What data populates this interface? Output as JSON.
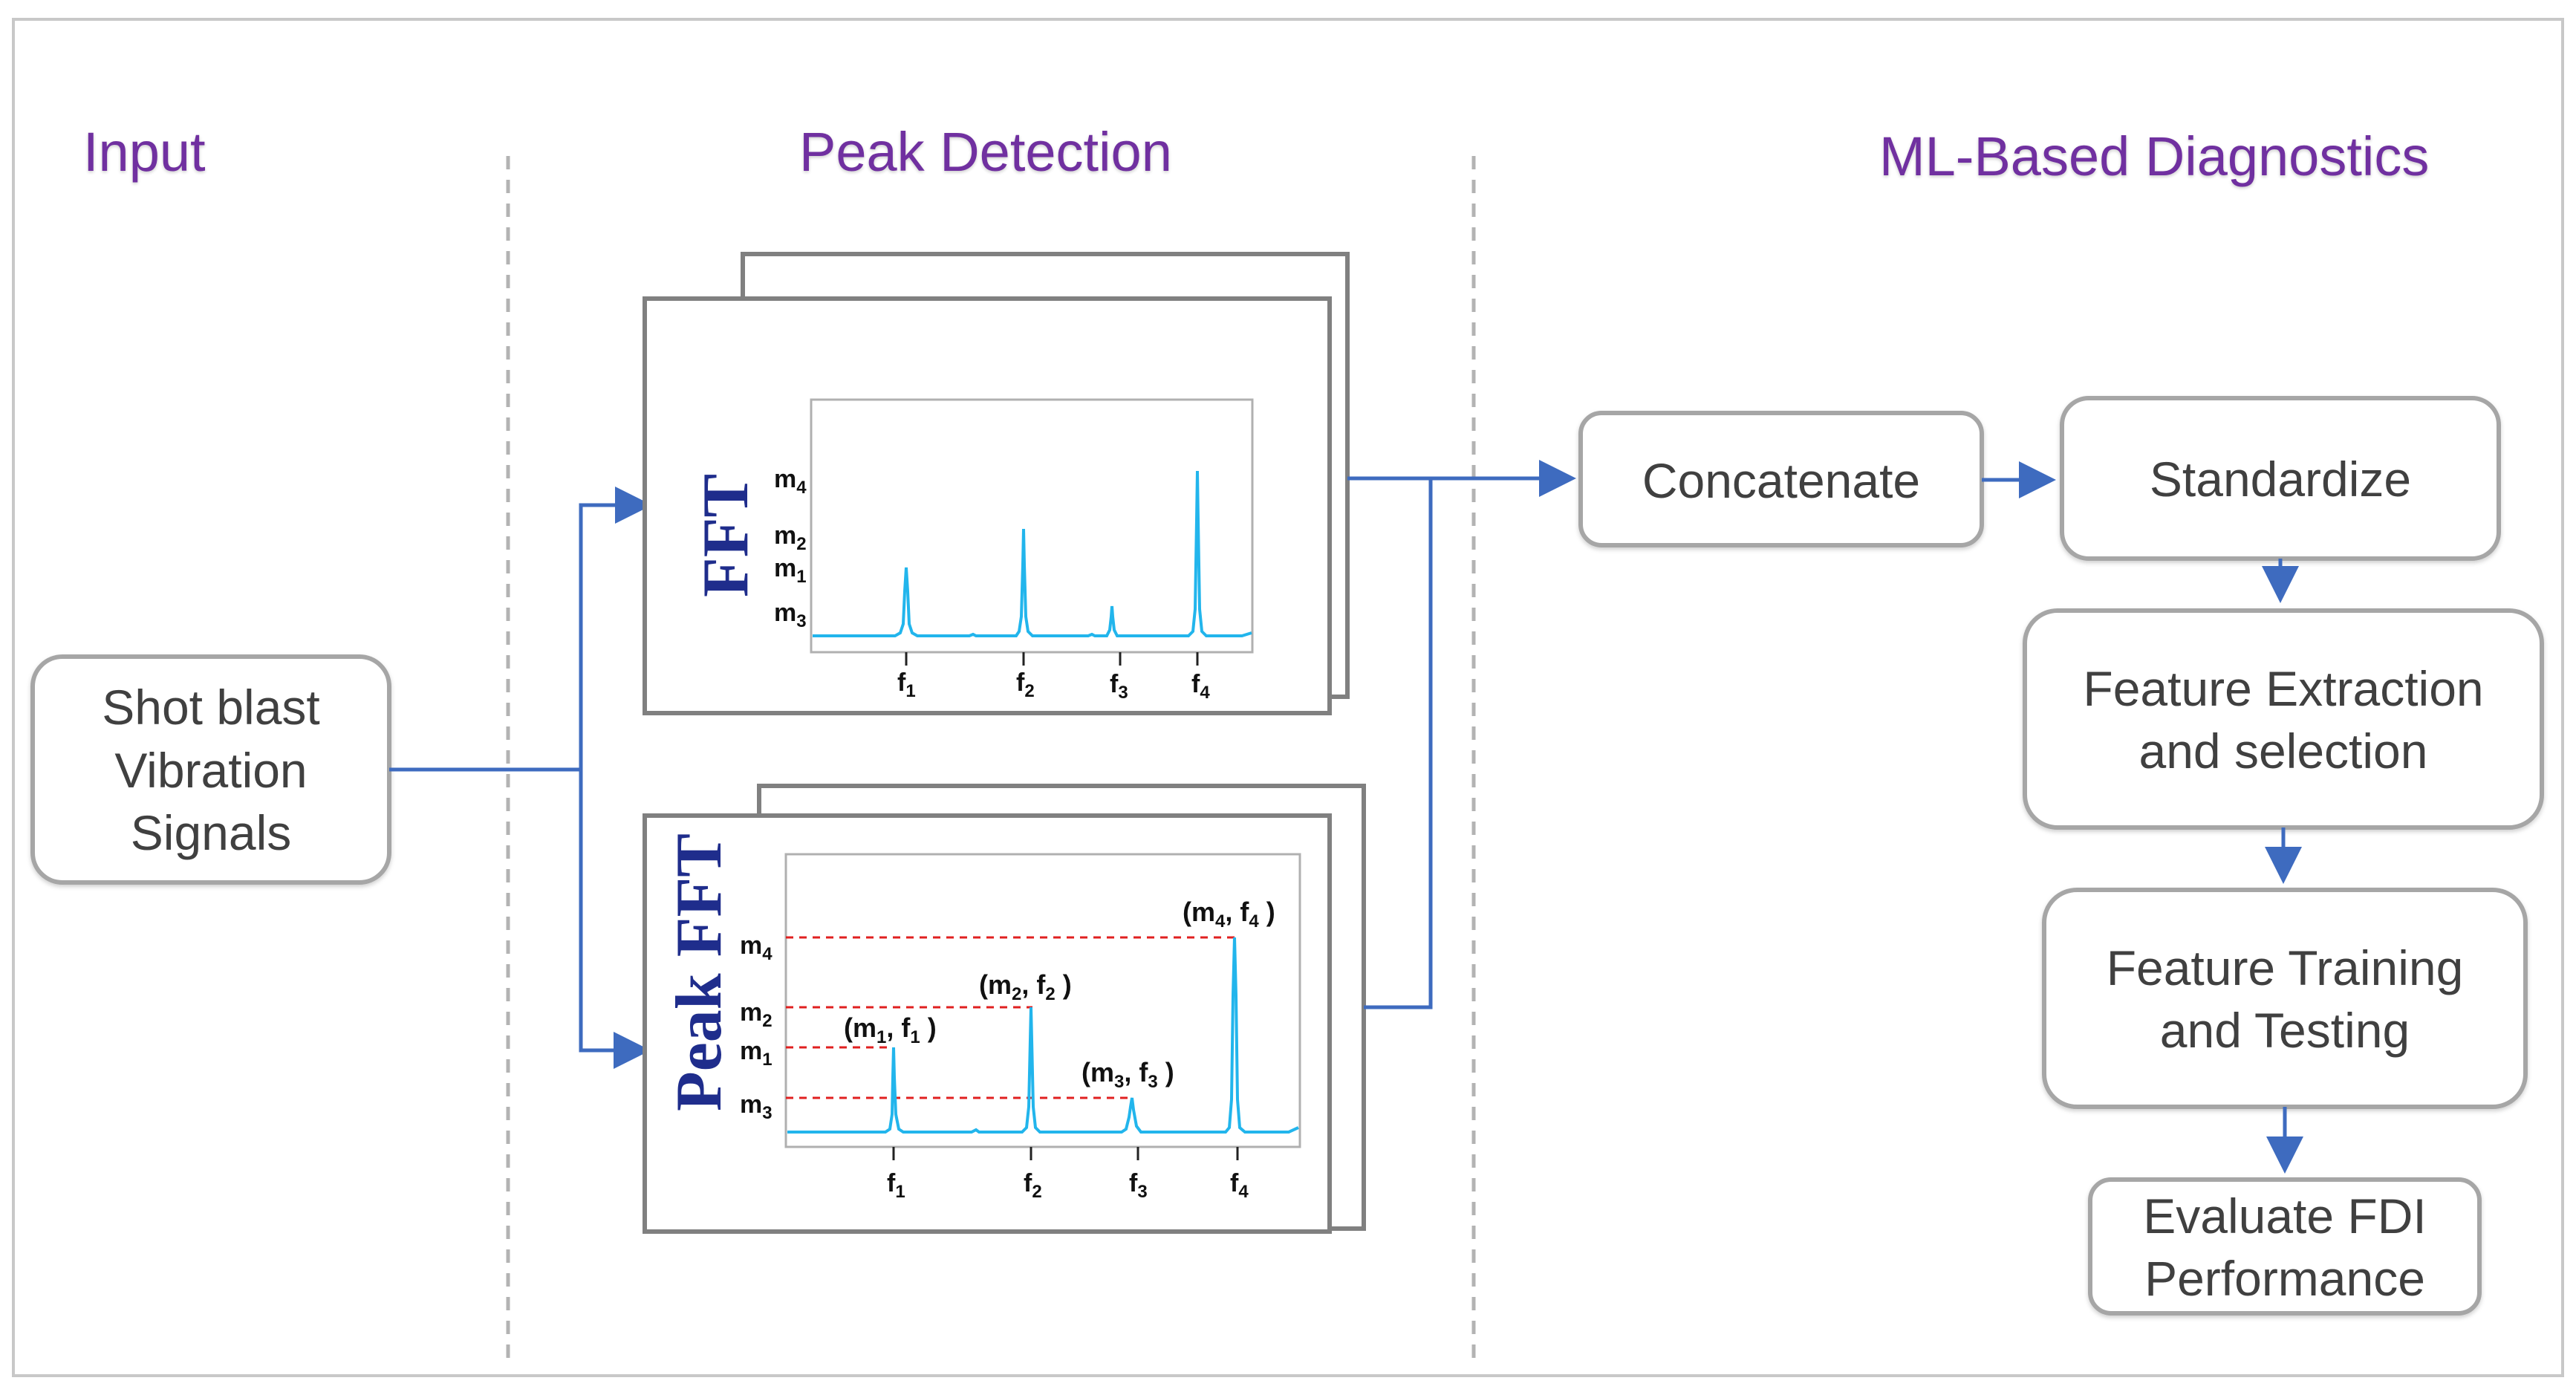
{
  "headings": {
    "input": "Input",
    "peak_detection": "Peak Detection",
    "ml_diagnostics": "ML-Based Diagnostics"
  },
  "input_box": {
    "line1": "Shot blast",
    "line2": "Vibration",
    "line3": "Signals"
  },
  "fft_panel": {
    "title": "FFT",
    "y_labels": [
      {
        "m": "m",
        "i": "4"
      },
      {
        "m": "m",
        "i": "2"
      },
      {
        "m": "m",
        "i": "1"
      },
      {
        "m": "m",
        "i": "3"
      }
    ],
    "x_labels": [
      {
        "f": "f",
        "i": "1"
      },
      {
        "f": "f",
        "i": "2"
      },
      {
        "f": "f",
        "i": "3"
      },
      {
        "f": "f",
        "i": "4"
      }
    ]
  },
  "peak_panel": {
    "title": "Peak FFT",
    "y_labels": [
      {
        "m": "m",
        "i": "4"
      },
      {
        "m": "m",
        "i": "2"
      },
      {
        "m": "m",
        "i": "1"
      },
      {
        "m": "m",
        "i": "3"
      }
    ],
    "x_labels": [
      {
        "f": "f",
        "i": "1"
      },
      {
        "f": "f",
        "i": "2"
      },
      {
        "f": "f",
        "i": "3"
      },
      {
        "f": "f",
        "i": "4"
      }
    ],
    "peak_labels": [
      {
        "m": "m",
        "mi": "1",
        "f": "f",
        "fi": "1"
      },
      {
        "m": "m",
        "mi": "2",
        "f": "f",
        "fi": "2"
      },
      {
        "m": "m",
        "mi": "3",
        "f": "f",
        "fi": "3"
      },
      {
        "m": "m",
        "mi": "4",
        "f": "f",
        "fi": "4"
      }
    ]
  },
  "steps": {
    "concatenate": "Concatenate",
    "standardize": "Standardize",
    "feature_extraction": {
      "line1": "Feature Extraction",
      "line2": "and selection"
    },
    "feature_training": {
      "line1": "Feature Training",
      "line2": "and Testing"
    },
    "evaluate": {
      "line1": "Evaluate FDI",
      "line2": "Performance"
    }
  },
  "colors": {
    "heading": "#7030a0",
    "arrow": "#3e6bbf",
    "spectrum": "#22b5ec",
    "peak_guides": "#e02020",
    "plot_title": "#1f2d8c"
  }
}
